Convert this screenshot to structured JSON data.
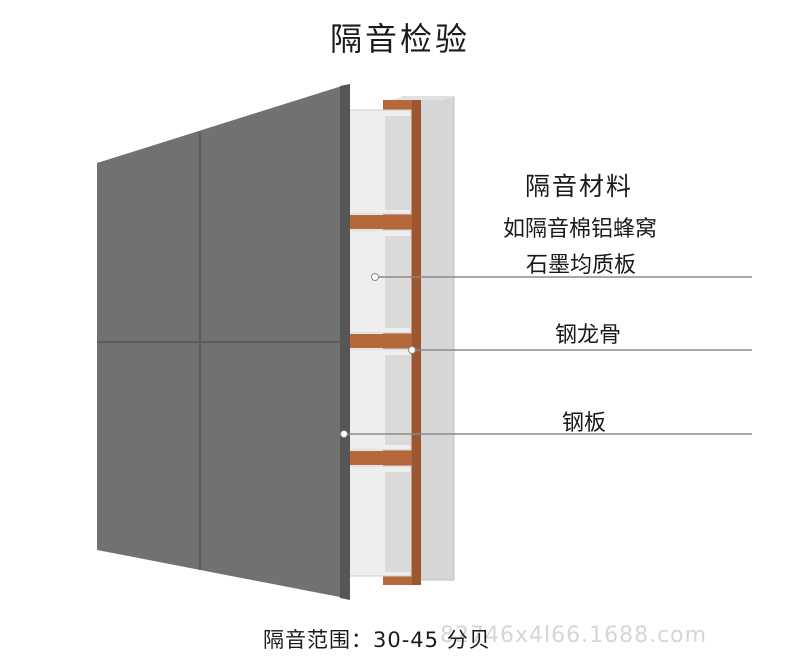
{
  "title": "隔音检验",
  "labels": {
    "material_heading": "隔音材料",
    "material_line1": "如隔音棉铝蜂窝",
    "material_line2": "石墨均质板",
    "steel_keel": "钢龙骨",
    "steel_plate": "钢板"
  },
  "footer": "隔音范围：30-45 分贝",
  "watermark": "82746x4l66.1688.com",
  "colors": {
    "panel": "#707271",
    "panel_edge": "#5a5b5a",
    "keel": "#b5693a",
    "core": "#e6e6e6",
    "backer": "#d4d4d4",
    "leader": "#8a8a8a"
  }
}
